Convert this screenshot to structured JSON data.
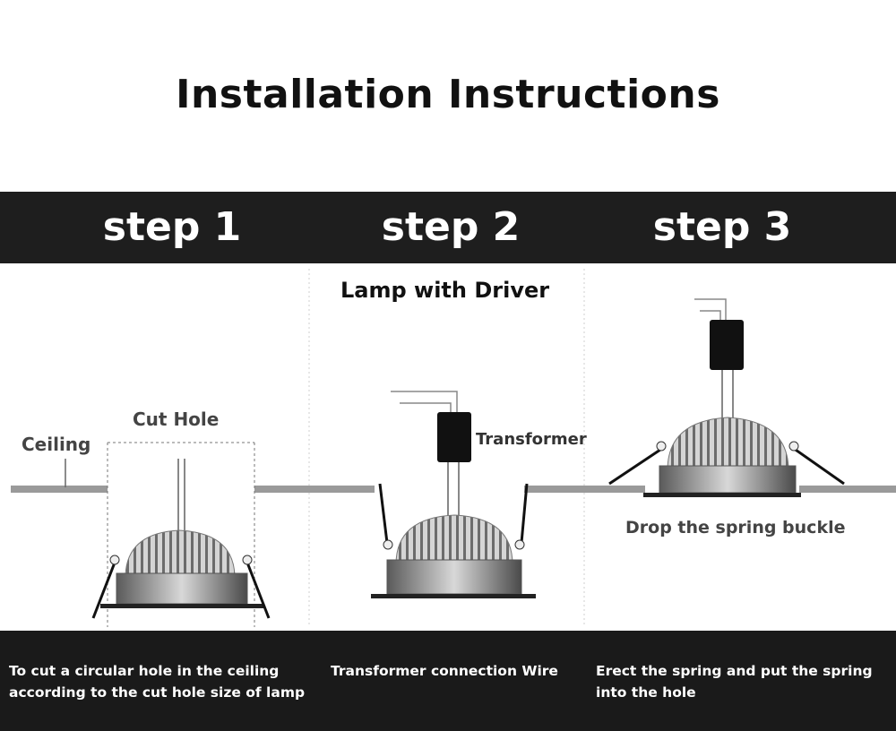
{
  "title": "Installation Instructions",
  "steps": [
    {
      "label": "step 1",
      "caption_line1": "To cut a circular hole in the ceiling",
      "caption_line2": "according to the cut hole size of lamp"
    },
    {
      "label": "step 2",
      "caption_line1": "Transformer connection Wire",
      "caption_line2": ""
    },
    {
      "label": "step 3",
      "caption_line1": "Erect the spring and put the spring",
      "caption_line2": "into the hole"
    }
  ],
  "labels": {
    "lamp_with_driver": "Lamp with Driver",
    "cut_hole": "Cut Hole",
    "ceiling": "Ceiling",
    "transformer": "Transformer",
    "drop_spring": "Drop the spring buckle"
  },
  "colors": {
    "bar": "#1e1e1e",
    "ceiling": "#9a9a9a",
    "lamp_body": "#b8b8b8",
    "driver": "#111111"
  }
}
